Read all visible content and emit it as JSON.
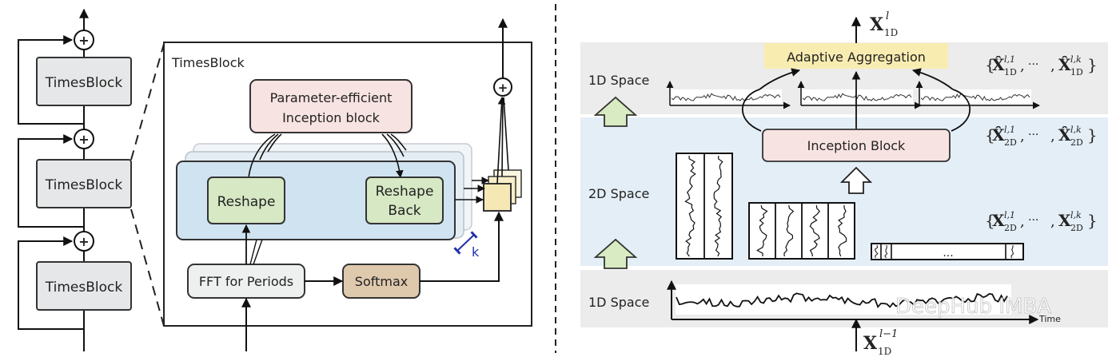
{
  "left_panel": {
    "stack_blocks": [
      {
        "label": "TimesBlock"
      },
      {
        "label": "TimesBlock"
      },
      {
        "label": "TimesBlock"
      }
    ],
    "add_symbol": "+",
    "detail": {
      "title": "TimesBlock",
      "inception": {
        "line1": "Parameter-efficient",
        "line2": "Inception block"
      },
      "reshape": "Reshape",
      "reshape_back": {
        "line1": "Reshape",
        "line2": "Back"
      },
      "fft": "FFT for Periods",
      "softmax": "Softmax",
      "k_label": "k"
    }
  },
  "right_panel": {
    "output_var": {
      "base": "X",
      "sup": "l",
      "sub": "1D"
    },
    "input_var": {
      "base": "X",
      "sup": "l−1",
      "sub": "1D"
    },
    "aggregation": "Adaptive Aggregation",
    "inception": "Inception Block",
    "spaces": {
      "top": "1D Space",
      "middle": "2D Space",
      "bottom": "1D Space"
    },
    "sets": {
      "hat_1d": {
        "open": "{",
        "base": "X̂",
        "sup1": "l,1",
        "supk": "l,k",
        "sub": "1D",
        "dots": "···",
        "close": "}"
      },
      "hat_2d": {
        "open": "{",
        "base": "X̂",
        "sup1": "l,1",
        "supk": "l,k",
        "sub": "2D",
        "dots": "···",
        "close": "}"
      },
      "x_2d": {
        "open": "{",
        "base": "X",
        "sup1": "l,1",
        "supk": "l,k",
        "sub": "2D",
        "dots": "···",
        "close": "}"
      }
    },
    "time_axis_label": "Time",
    "ellipsis": "...",
    "watermark": "DeepHub IMBA"
  },
  "colors": {
    "block_gray": "#e6e7e8",
    "inception_pink": "#f7e3e1",
    "blue_panel": "#cfe3f1",
    "green_box": "#d6e8c4",
    "softmax_tan": "#dfc9ad",
    "fft_gray": "#eef0ef",
    "yellow": "#faf0c2",
    "agg_yellow": "#f8ecb0",
    "band_gray": "#ececec",
    "band_blue": "#e4eef6",
    "k_blue": "#2230a8",
    "arrow_green": "#d8ebc2"
  }
}
